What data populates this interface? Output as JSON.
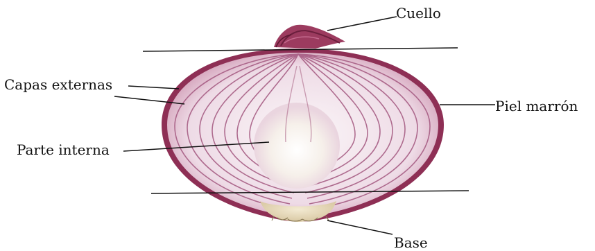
{
  "labels": {
    "neck": "Cuello",
    "outer_layers": "Capas externas",
    "brown_skin": "Piel marrón",
    "inner_part": "Parte interna",
    "base": "Base"
  },
  "colors": {
    "outer_skin": "#8e2f55",
    "layer_fill": "#f4e8ef",
    "layer_lines": "#a3577f",
    "core_fill": "#f7f2eb",
    "root_fill": "#e8dab8",
    "leader_line": "#111111"
  }
}
